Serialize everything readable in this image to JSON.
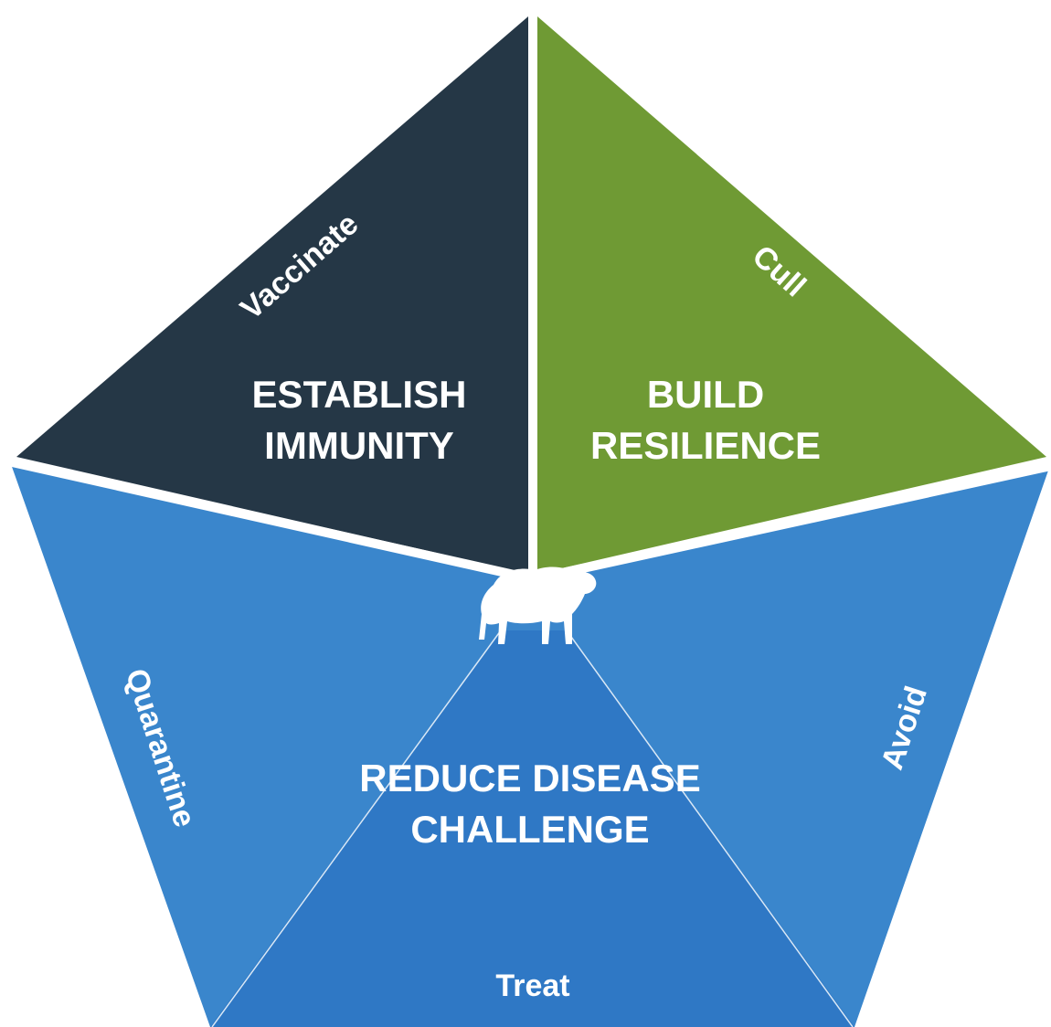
{
  "sections": {
    "establish_immunity": {
      "line1": "ESTABLISH",
      "line2": "IMMUNITY",
      "color": "#253746"
    },
    "build_resilience": {
      "line1": "BUILD",
      "line2": "RESILIENCE",
      "color": "#6f9a34"
    },
    "reduce_disease_challenge": {
      "line1": "REDUCE DISEASE",
      "line2": "CHALLENGE",
      "color": "#3a86cc",
      "inner_color": "#2f78c5"
    }
  },
  "edges": {
    "vaccinate": "Vaccinate",
    "cull": "Cull",
    "quarantine": "Quarantine",
    "avoid": "Avoid",
    "treat": "Treat"
  },
  "center_icon": "sheep-icon"
}
